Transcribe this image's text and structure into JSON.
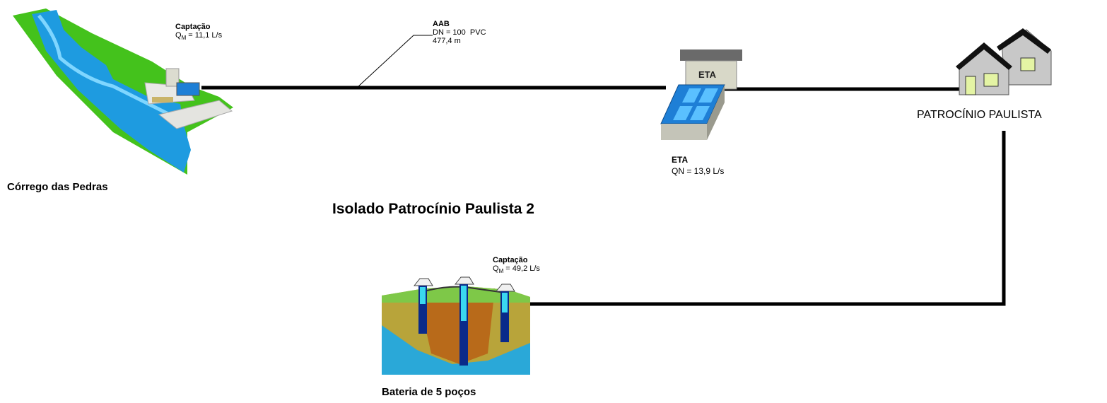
{
  "title": "Isolado Patrocínio Paulista 2",
  "surface_intake": {
    "name": "Córrego das Pedras",
    "heading": "Captação",
    "flow_symbol": "Q",
    "flow_subscript": "M",
    "flow_value": "= 11,1 L/s"
  },
  "pipeline": {
    "heading": "AAB",
    "diameter": "DN = 100  PVC",
    "length": "477,4 m"
  },
  "treatment_plant": {
    "sign": "ETA",
    "heading": "ETA",
    "flow": "QN = 13,9 L/s"
  },
  "city": {
    "name": "PATROCÍNIO PAULISTA"
  },
  "well_field": {
    "name": "Bateria de 5 poços",
    "heading": "Captação",
    "flow_symbol": "Q",
    "flow_subscript": "M",
    "flow_value": "= 49,2 L/s"
  },
  "colors": {
    "pipe": "#000000",
    "grass": "#44c21c",
    "water": "#1e9be0",
    "soil": "#b8a43a",
    "aquifer": "#2aa8d8",
    "house": "#c8c8c8",
    "window": "#e4f4a4"
  }
}
